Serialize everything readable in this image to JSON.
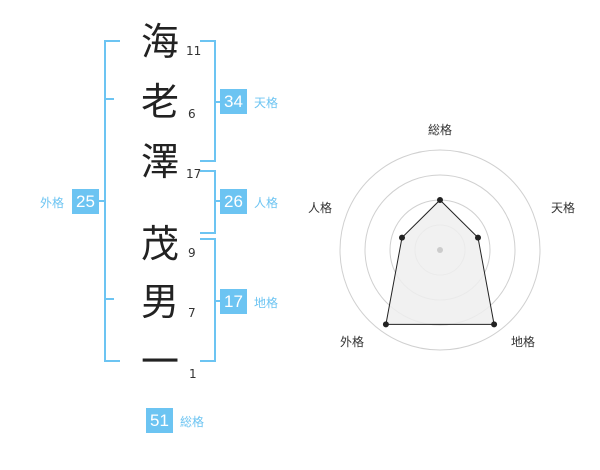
{
  "name_chars": [
    {
      "char": "海",
      "strokes": "11"
    },
    {
      "char": "老",
      "strokes": "6"
    },
    {
      "char": "澤",
      "strokes": "17"
    },
    {
      "char": "茂",
      "strokes": "9"
    },
    {
      "char": "男",
      "strokes": "7"
    },
    {
      "char": "一",
      "strokes": "1"
    }
  ],
  "fortune": {
    "tenkaku": {
      "value": "34",
      "label": "天格"
    },
    "jinkaku": {
      "value": "26",
      "label": "人格"
    },
    "chikaku": {
      "value": "17",
      "label": "地格"
    },
    "gaikaku": {
      "value": "25",
      "label": "外格"
    },
    "soukaku": {
      "value": "51",
      "label": "総格"
    }
  },
  "chart_data": {
    "type": "radar",
    "axes": [
      "総格",
      "天格",
      "地格",
      "外格",
      "人格"
    ],
    "values": [
      0.5,
      0.4,
      0.92,
      0.92,
      0.4
    ],
    "range": [
      0,
      1
    ],
    "rings": 4,
    "colors": {
      "fill": "#eeeeee",
      "line": "#222222",
      "ring": "#d0d0d0",
      "accent": "#6cc4f2"
    }
  }
}
